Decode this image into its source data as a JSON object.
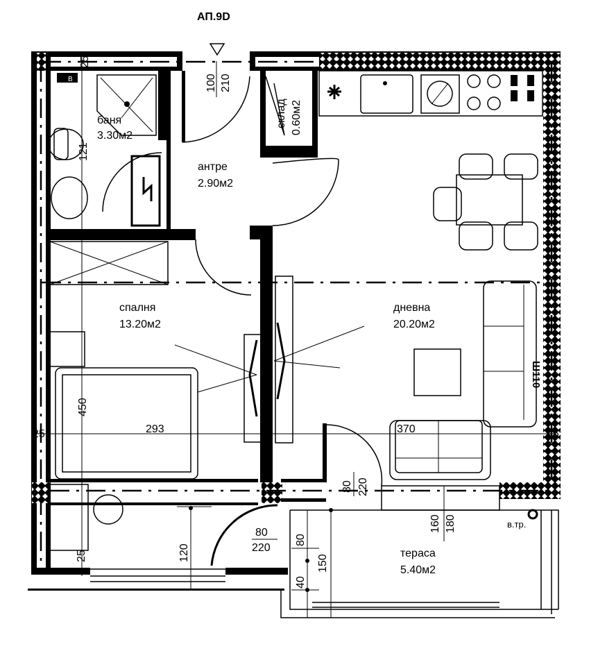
{
  "title": "АП.9D",
  "rooms": [
    {
      "name": "баня",
      "area": "3.30м2"
    },
    {
      "name": "склад",
      "area": "0.60м2"
    },
    {
      "name": "антре",
      "area": "2.90м2"
    },
    {
      "name": "спалня",
      "area": "13.20м2"
    },
    {
      "name": "дневна",
      "area": "20.20м2"
    },
    {
      "name": "тераса",
      "area": "5.40м2"
    }
  ],
  "doors": {
    "entrance": {
      "width": "100",
      "height": "210"
    },
    "terrace": {
      "width": "80",
      "height": "220"
    },
    "bedroom_terrace": {
      "width": "80",
      "height": "220"
    },
    "terrace_window": {
      "width": "160",
      "height": "180"
    }
  },
  "dimensions": {
    "top_wall": "25",
    "wc": "121",
    "bed_height": "450",
    "bedroom_width": "293",
    "left_wall": "25",
    "living_width": "370",
    "right_wall": "25",
    "bedroom_bottom": "25",
    "bedroom_window": "120",
    "terrace_80": "80",
    "terrace_40": "40",
    "terrace_150": "150"
  },
  "labels": {
    "wardrobe": "Ш110",
    "drain": "в.тр.",
    "vent": "В"
  },
  "colors": {
    "line": "#000000",
    "background": "#ffffff"
  }
}
